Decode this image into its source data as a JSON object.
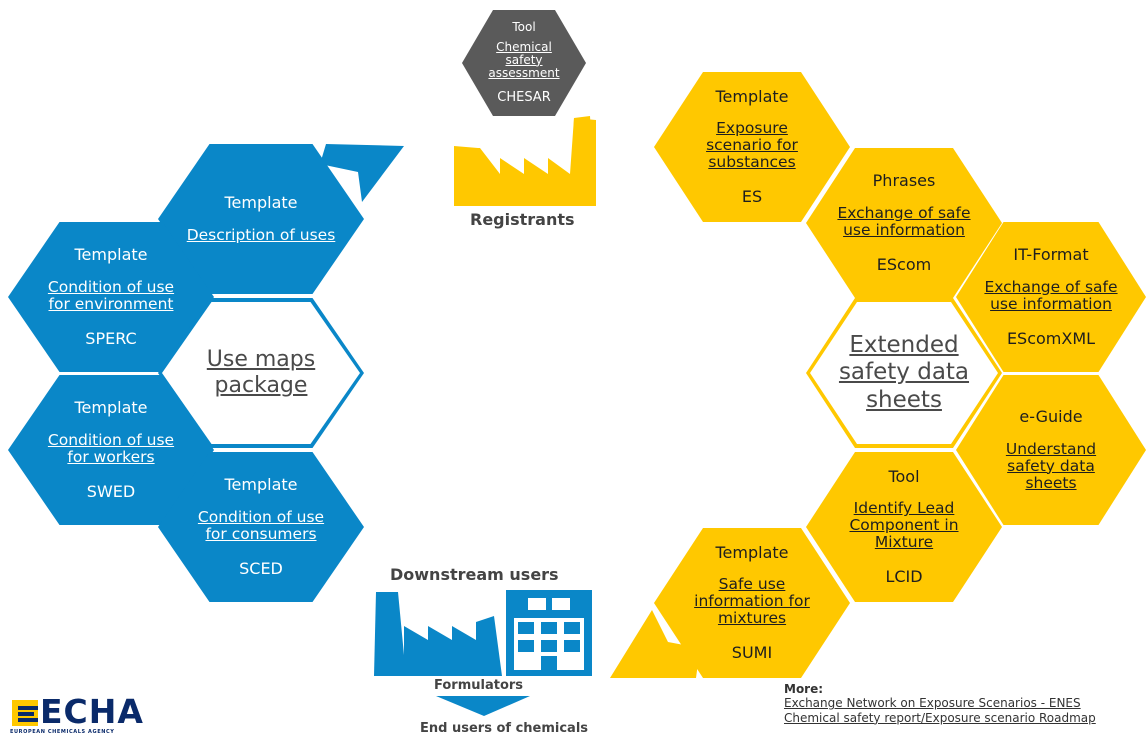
{
  "tool_hex": {
    "kind": "Tool",
    "desc": "Chemical safety assessment",
    "code": "CHESAR"
  },
  "registrants_label": "Registrants",
  "use_maps": {
    "title": "Use maps package",
    "items": [
      {
        "kind": "Template",
        "desc": "Description of uses",
        "code": ""
      },
      {
        "kind": "Template",
        "desc": "Condition of use for environment",
        "code": "SPERC"
      },
      {
        "kind": "Template",
        "desc": "Condition of use for workers",
        "code": "SWED"
      },
      {
        "kind": "Template",
        "desc": "Condition of use for consumers",
        "code": "SCED"
      }
    ]
  },
  "sds": {
    "title": "Extended safety data sheets",
    "items": [
      {
        "kind": "Template",
        "desc": "Exposure scenario for substances",
        "code": "ES"
      },
      {
        "kind": "Phrases",
        "desc": "Exchange of safe use information",
        "code": "EScom"
      },
      {
        "kind": "IT-Format",
        "desc": "Exchange of safe use information",
        "code": "EScomXML"
      },
      {
        "kind": "e-Guide",
        "desc": "Understand safety data sheets",
        "code": ""
      },
      {
        "kind": "Tool",
        "desc": "Identify Lead Component in Mixture",
        "code": "LCID"
      },
      {
        "kind": "Template",
        "desc": "Safe use information for mixtures",
        "code": "SUMI"
      }
    ]
  },
  "downstream_label": "Downstream users",
  "formulators_label": "Formulators",
  "end_users_label": "End users of chemicals",
  "logo": {
    "text": "ECHA",
    "subtext": "EUROPEAN CHEMICALS AGENCY"
  },
  "more": {
    "label": "More:",
    "links": [
      "Exchange Network on Exposure Scenarios - ENES",
      "Chemical safety report/Exposure scenario Roadmap"
    ]
  },
  "colors": {
    "blue": "#0a87c8",
    "yellow": "#ffc800",
    "gray": "#5a5a5a"
  }
}
